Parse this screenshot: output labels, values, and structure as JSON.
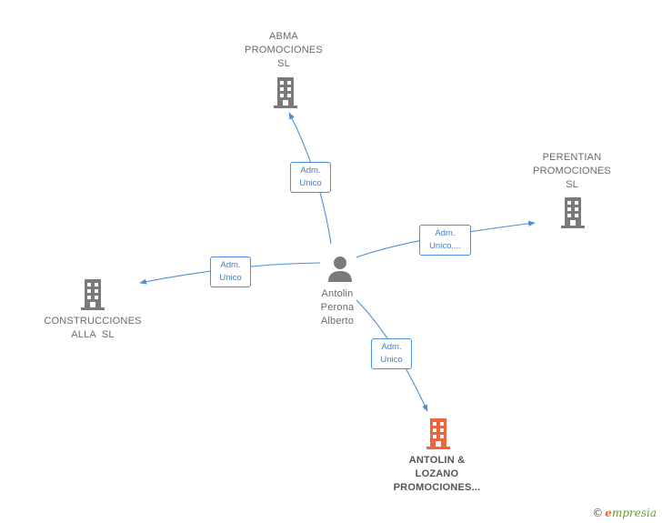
{
  "colors": {
    "edge": "#4a8fd8",
    "company": "#7a7a7a",
    "company_highlight": "#f0643c",
    "person": "#7a7a7a"
  },
  "nodes": {
    "abma": {
      "lines": [
        "ABMA",
        "PROMOCIONES",
        "SL"
      ],
      "icon": "building-icon"
    },
    "perentian": {
      "lines": [
        "PERENTIAN",
        "PROMOCIONES",
        "SL"
      ],
      "icon": "building-icon"
    },
    "construcciones": {
      "lines": [
        "CONSTRUCCIONES",
        "ALLA  SL"
      ],
      "icon": "building-icon"
    },
    "person": {
      "lines": [
        "Antolin",
        "Perona",
        "Alberto"
      ],
      "icon": "person-icon"
    },
    "antolin_lozano": {
      "lines": [
        "ANTOLIN &",
        "LOZANO",
        "PROMOCIONES..."
      ],
      "icon": "building-icon"
    }
  },
  "edges": {
    "to_abma": {
      "lines": [
        "Adm.",
        "Unico"
      ]
    },
    "to_perentian": {
      "lines": [
        "Adm.",
        "Unico...."
      ]
    },
    "to_construcciones": {
      "lines": [
        "Adm.",
        "Unico"
      ]
    },
    "to_antolin_lozano": {
      "lines": [
        "Adm.",
        "Unico"
      ]
    }
  },
  "watermark": {
    "copyright": "©",
    "brand_initial": "e",
    "brand_rest": "mpresia"
  }
}
